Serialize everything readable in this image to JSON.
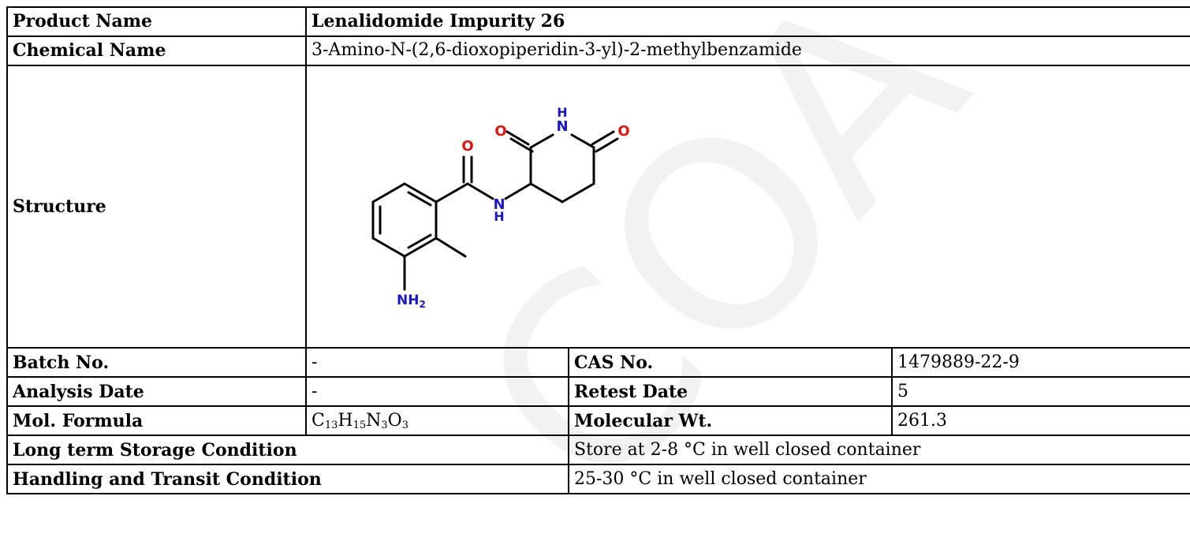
{
  "rows": {
    "product_name": {
      "label": "Product Name",
      "value": "Lenalidomide Impurity 26"
    },
    "chemical_name": {
      "label": "Chemical Name",
      "value": "3-Amino-N-(2,6-dioxopiperidin-3-yl)-2-methylbenzamide"
    },
    "structure": {
      "label": "Structure"
    },
    "batch": {
      "label": "Batch No.",
      "value": "-"
    },
    "cas": {
      "label": "CAS No.",
      "value": "1479889-22-9"
    },
    "analysis_date": {
      "label": "Analysis Date",
      "value": "-"
    },
    "retest_date": {
      "label": "Retest Date",
      "value": "5"
    },
    "mol_formula": {
      "label": "Mol. Formula",
      "value": "C13H15N3O3",
      "parts": [
        "C",
        "13",
        "H",
        "15",
        "N",
        "3",
        "O",
        "3"
      ]
    },
    "mol_weight": {
      "label": "Molecular Wt.",
      "value": "261.3"
    },
    "storage": {
      "label": "Long term Storage Condition",
      "value": "Store at 2-8 °C in well closed container"
    },
    "handling": {
      "label": "Handling and Transit Condition",
      "value": "25-30 °C in well closed container"
    }
  },
  "structure_atoms": {
    "O1": "O",
    "N_ring": "N",
    "H_ring": "H",
    "O2": "O",
    "O3": "O",
    "N_amide": "N",
    "H_amide": "H",
    "N_amine": "NH",
    "amine_sub": "2"
  },
  "watermark": "COA",
  "colors": {
    "oxygen": "#e0140f",
    "nitrogen": "#1818c8",
    "border": "#000000",
    "watermark": "#f2f2f2"
  }
}
